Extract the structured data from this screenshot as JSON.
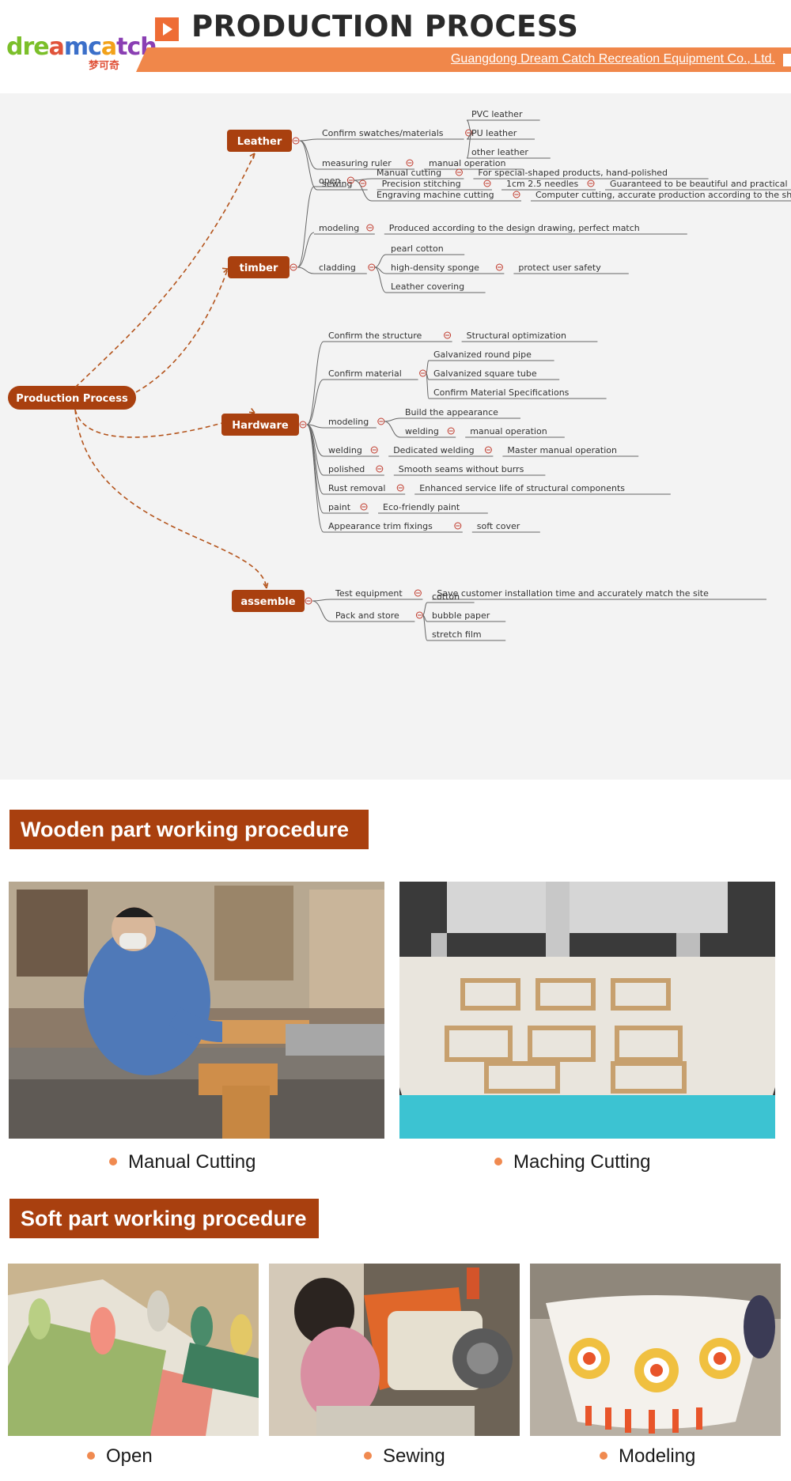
{
  "header": {
    "logo_text": "dreamcatch",
    "logo_cn": "梦可奇",
    "title": "PRODUCTION PROCESS",
    "company": "Guangdong Dream Catch Recreation Equipment Co., Ltd."
  },
  "mindmap": {
    "root": "Production Process",
    "branches": [
      {
        "label": "Leather",
        "items": [
          {
            "label": "Confirm swatches/materials",
            "children": [
              "PVC leather",
              "PU leather",
              "other leather"
            ]
          },
          {
            "label": "measuring ruler",
            "chain": [
              "manual operation"
            ]
          },
          {
            "label": "sewing",
            "chain": [
              "Precision stitching",
              "1cm 2.5 needles",
              "Guaranteed to be beautiful and practical"
            ]
          }
        ]
      },
      {
        "label": "timber",
        "items": [
          {
            "label": "open",
            "children": [
              {
                "label": "Manual cutting",
                "chain": [
                  "For special-shaped products, hand-polished"
                ]
              },
              {
                "label": "Engraving machine cutting",
                "chain": [
                  "Computer cutting, accurate production according to the shape"
                ]
              }
            ]
          },
          {
            "label": "modeling",
            "chain": [
              "Produced according to the design drawing, perfect match"
            ]
          },
          {
            "label": "cladding",
            "children": [
              {
                "label": "pearl cotton"
              },
              {
                "label": "high-density sponge",
                "chain": [
                  "protect user safety"
                ]
              },
              {
                "label": "Leather covering"
              }
            ]
          }
        ]
      },
      {
        "label": "Hardware",
        "items": [
          {
            "label": "Confirm the structure",
            "chain": [
              "Structural optimization"
            ]
          },
          {
            "label": "Confirm material",
            "children": [
              "Galvanized round pipe",
              "Galvanized square tube",
              "Confirm Material Specifications"
            ]
          },
          {
            "label": "modeling",
            "children": [
              {
                "label": "Build the appearance"
              },
              {
                "label": "welding",
                "chain": [
                  "manual operation"
                ]
              }
            ]
          },
          {
            "label": "welding",
            "chain": [
              "Dedicated welding",
              "Master manual operation"
            ]
          },
          {
            "label": "polished",
            "chain": [
              "Smooth seams without burrs"
            ]
          },
          {
            "label": "Rust removal",
            "chain": [
              "Enhanced service life of structural components"
            ]
          },
          {
            "label": "paint",
            "chain": [
              "Eco-friendly paint"
            ]
          },
          {
            "label": "Appearance trim fixings",
            "chain": [
              "soft cover"
            ]
          }
        ]
      },
      {
        "label": "assemble",
        "items": [
          {
            "label": "Test equipment",
            "chain": [
              "Save customer installation time and accurately match the site"
            ]
          },
          {
            "label": "Pack and store",
            "children": [
              "cotton",
              "bubble paper",
              "stretch film"
            ]
          }
        ]
      }
    ]
  },
  "wooden": {
    "title": "Wooden part working procedure",
    "photos": [
      {
        "caption": "Manual Cutting",
        "alt": "worker-cutting-wood"
      },
      {
        "caption": "Maching Cutting",
        "alt": "cnc-machine"
      }
    ]
  },
  "soft": {
    "title": "Soft part working procedure",
    "photos": [
      {
        "caption": "Open",
        "alt": "leather-rolls"
      },
      {
        "caption": "Sewing",
        "alt": "sewing-machine"
      },
      {
        "caption": "Modeling",
        "alt": "bowl-model"
      }
    ]
  },
  "colors": {
    "accent": "#a9400f",
    "orange": "#f0874a",
    "dash": "#b4541c"
  }
}
